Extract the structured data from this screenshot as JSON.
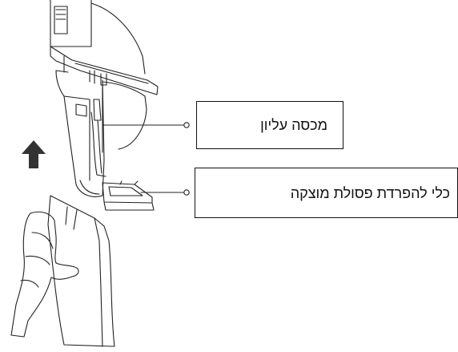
{
  "callouts": [
    {
      "label": "מכסה עליון"
    },
    {
      "label": "כלי להפרדת פסולת מוצקה"
    }
  ],
  "arrow": {
    "direction": "up",
    "color": "#333333"
  },
  "colors": {
    "line": "#222222",
    "background": "#ffffff"
  }
}
